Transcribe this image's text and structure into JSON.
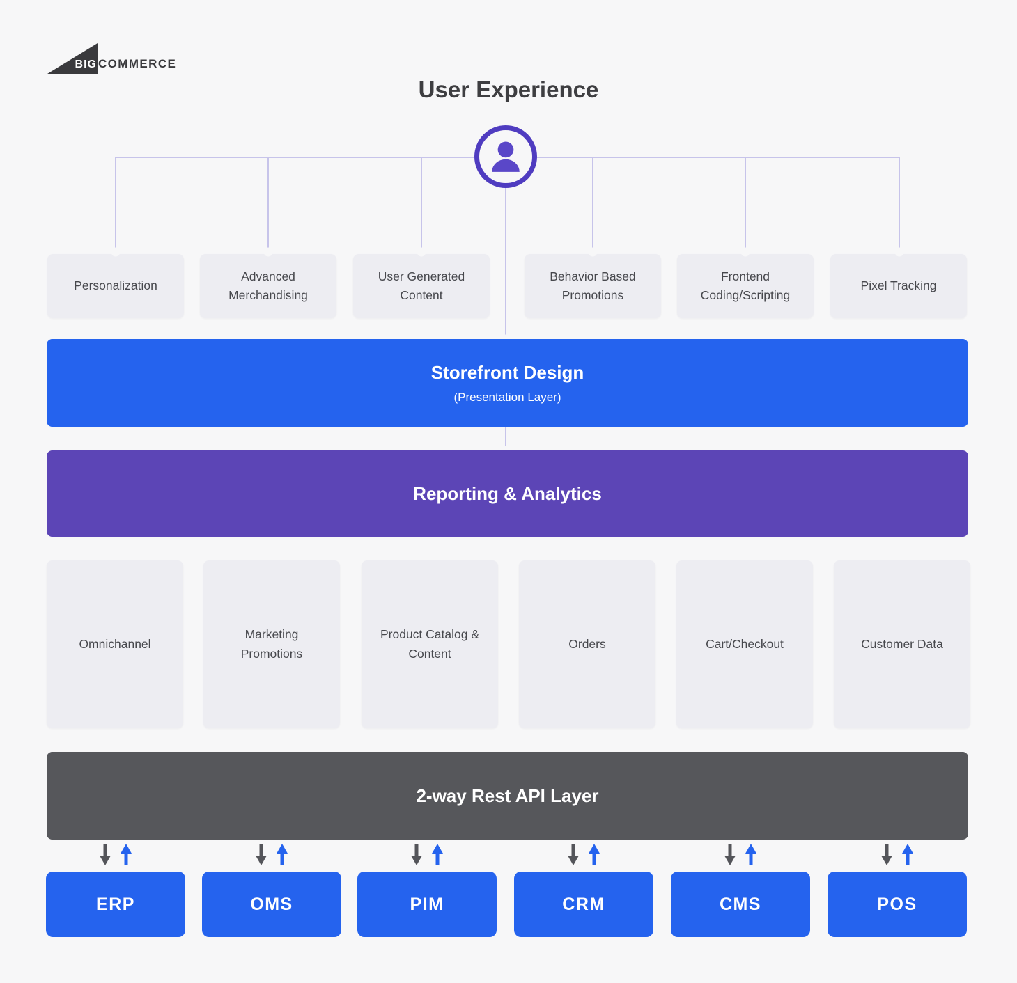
{
  "logo": {
    "big": "BIG",
    "commerce": "COMMERCE"
  },
  "title": "User Experience",
  "top_row": [
    "Personalization",
    "Advanced Merchandising",
    "User Generated Content",
    "Behavior Based Promotions",
    "Frontend Coding/Scripting",
    "Pixel Tracking"
  ],
  "storefront": {
    "title": "Storefront Design",
    "subtitle": "(Presentation Layer)"
  },
  "reporting": {
    "title": "Reporting & Analytics"
  },
  "middle_row": [
    "Omnichannel",
    "Marketing Promotions",
    "Product Catalog & Content",
    "Orders",
    "Cart/Checkout",
    "Customer Data"
  ],
  "api_layer": {
    "title": "2-way Rest API Layer"
  },
  "bottom_row": [
    "ERP",
    "OMS",
    "PIM",
    "CRM",
    "CMS",
    "POS"
  ],
  "colors": {
    "blue": "#2563EE",
    "purple": "#5C45B6",
    "dark_gray": "#56575B",
    "box_gray": "#EDEDF2",
    "line_lavender": "#C7C4EA",
    "person_purple": "#4F3CC0",
    "background": "#F7F7F8"
  }
}
